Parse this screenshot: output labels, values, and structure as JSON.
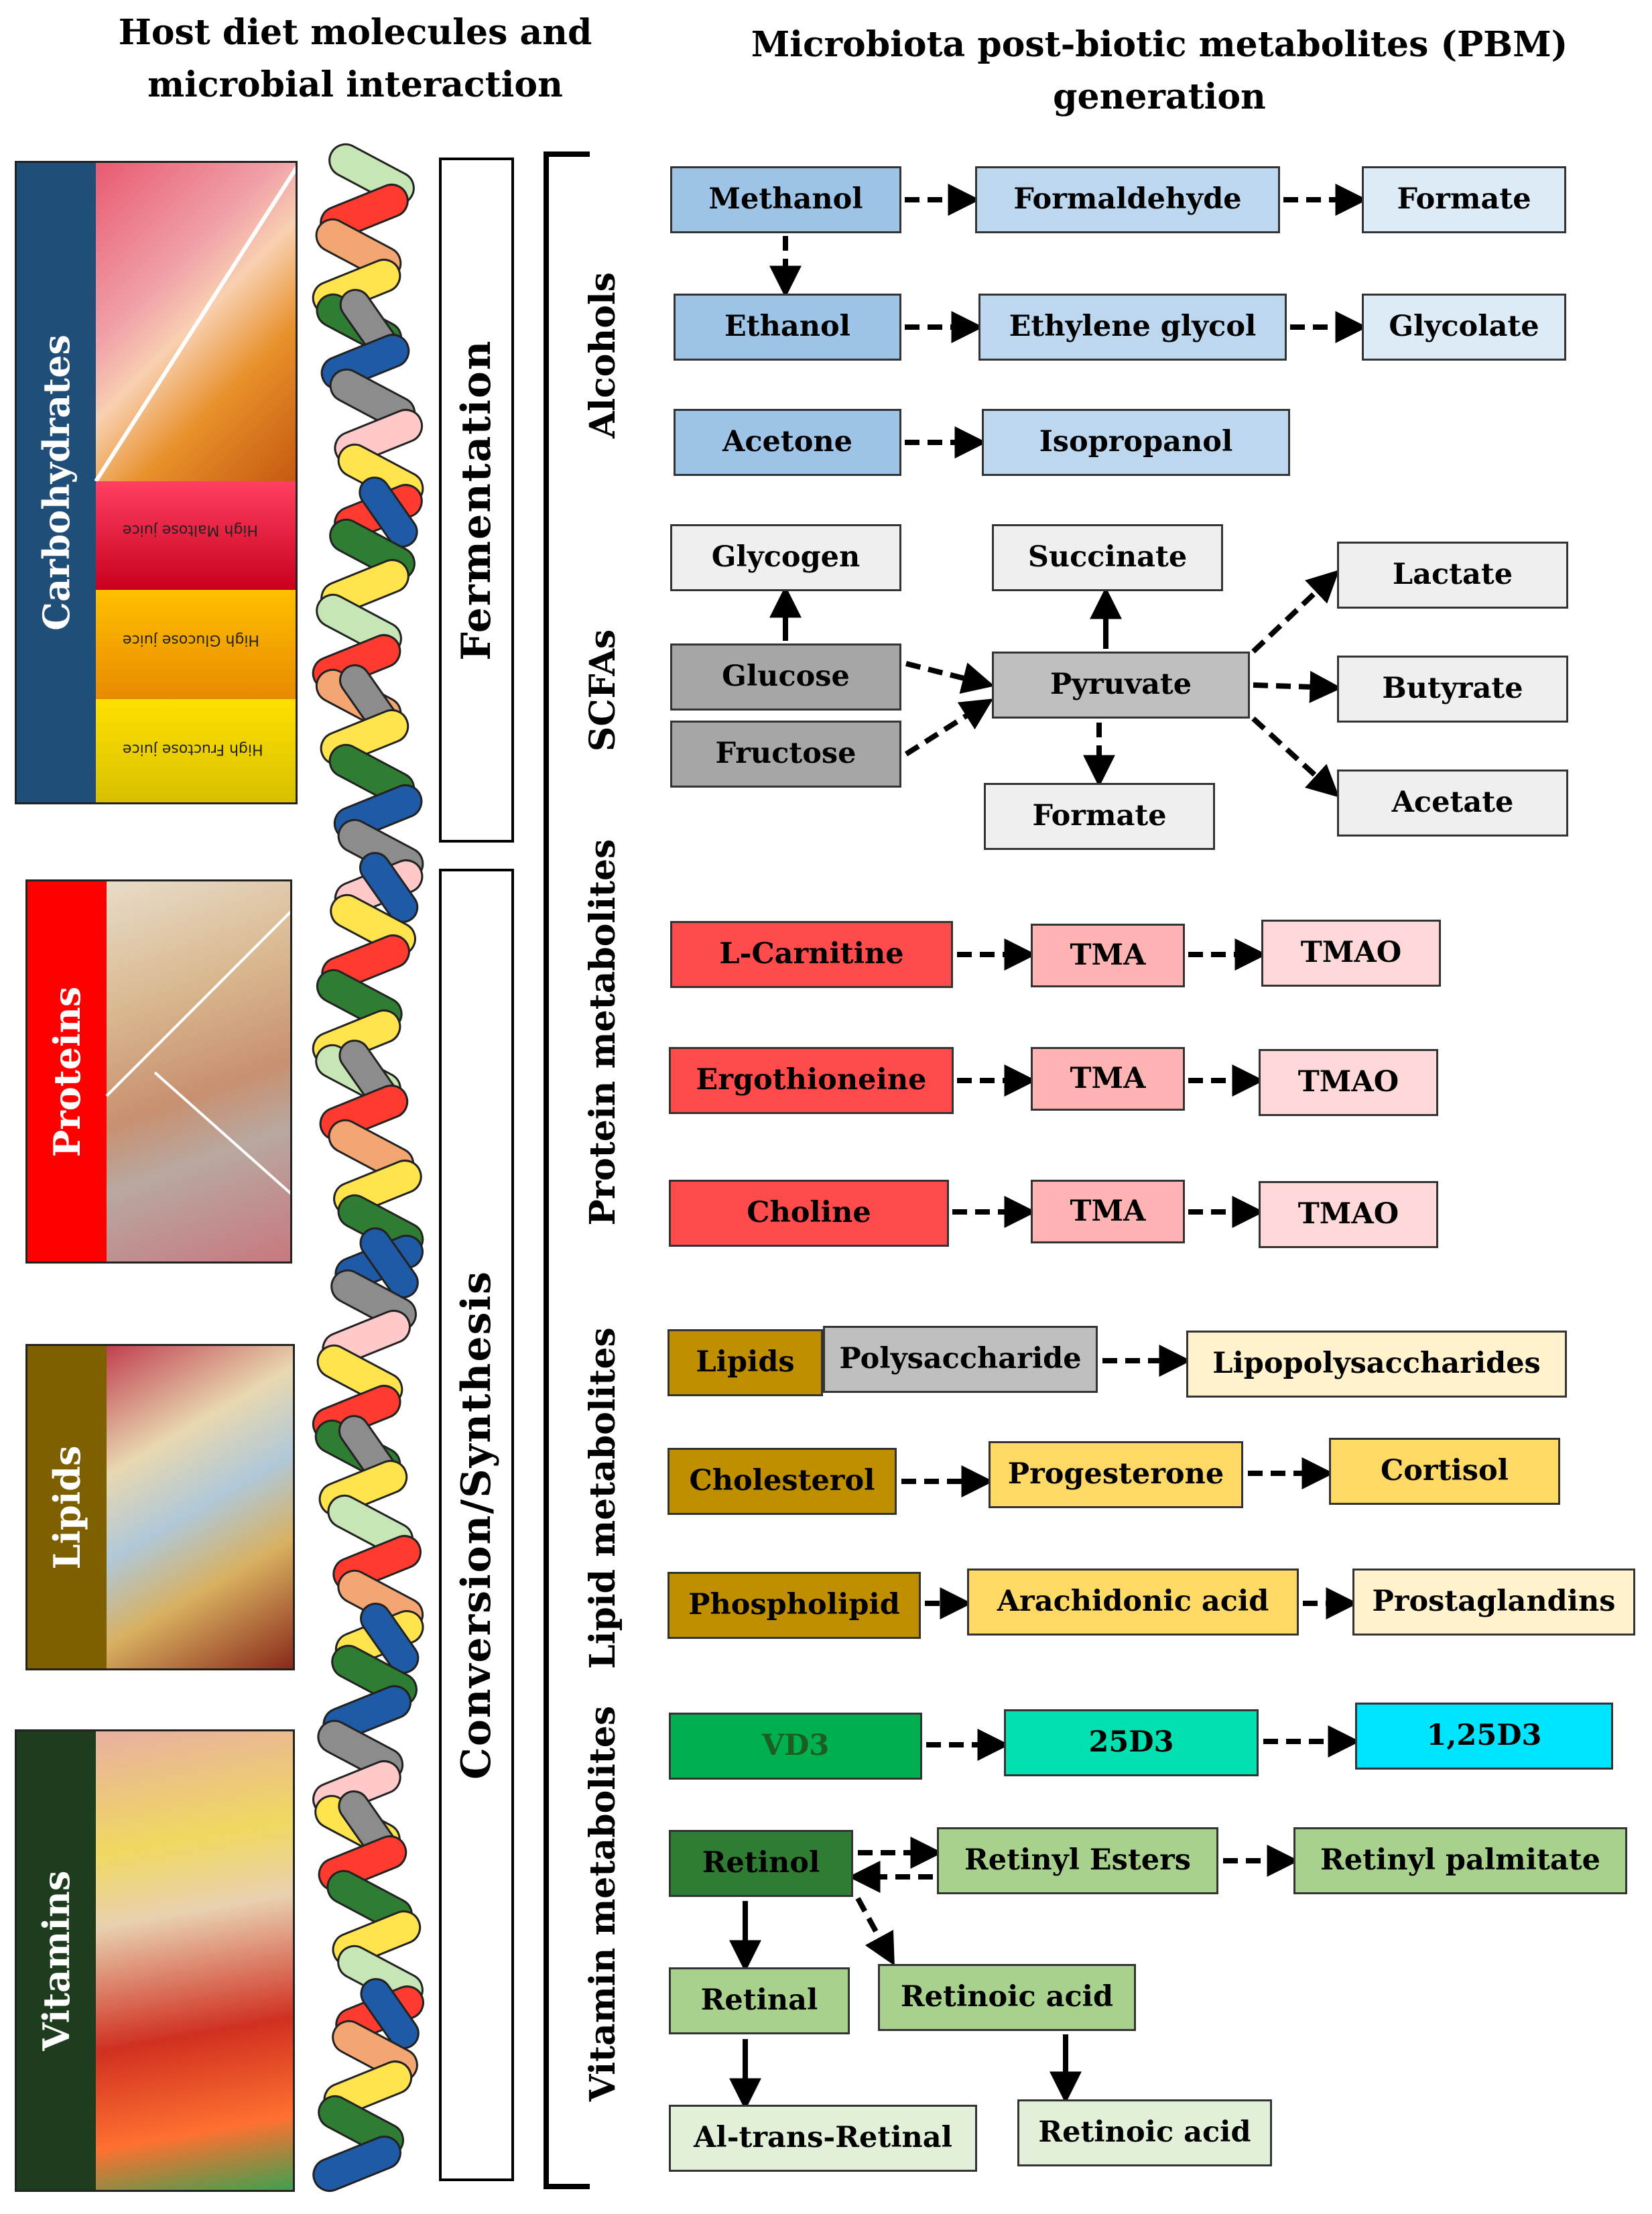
{
  "headers": {
    "left": [
      "Host diet molecules and",
      "microbial  interaction"
    ],
    "right": [
      "Microbiota post-biotic metabolites (PBM)",
      "generation"
    ]
  },
  "food_groups": [
    {
      "label": "Carbohydrates",
      "color": "#1f4e79"
    },
    {
      "label": "Proteins",
      "color": "#ff0000"
    },
    {
      "label": "Lipids",
      "color": "#7f6000"
    },
    {
      "label": "Vitamins",
      "color": "#1e3d1e"
    }
  ],
  "juice_labels": [
    "High Maltose juice",
    "High Glucose juice",
    "High Fructose juice"
  ],
  "processes": [
    "Fermentation",
    "Conversion/Synthesis"
  ],
  "sections": [
    "Alcohols",
    "SCFAs",
    "Protein  metabolites",
    "Lipid  metabolites",
    "Vitamin  metabolites"
  ],
  "alcohols": {
    "methanol": "Methanol",
    "formaldehyde": "Formaldehyde",
    "formate": "Formate",
    "ethanol": "Ethanol",
    "ethylene_glycol": "Ethylene  glycol",
    "glycolate": "Glycolate",
    "acetone": "Acetone",
    "isopropanol": "Isopropanol"
  },
  "scfas": {
    "glycogen": "Glycogen",
    "succinate": "Succinate",
    "lactate": "Lactate",
    "glucose": "Glucose",
    "pyruvate": "Pyruvate",
    "butyrate": "Butyrate",
    "fructose": "Fructose",
    "formate": "Formate",
    "acetate": "Acetate"
  },
  "protein": {
    "lcarnitine": "L-Carnitine",
    "ergothioneine": "Ergothioneine",
    "choline": "Choline",
    "tma": "TMA",
    "tmao": "TMAO"
  },
  "lipid": {
    "lipids": "Lipids",
    "polysaccharide": "Polysaccharide",
    "lipopolysaccharides": "Lipopolysaccharides",
    "cholesterol": "Cholesterol",
    "progesterone": "Progesterone",
    "cortisol": "Cortisol",
    "phospholipid": "Phospholipid",
    "arachidonic": "Arachidonic  acid",
    "prostaglandins": "Prostaglandins"
  },
  "vitamin": {
    "vd3": "VD3",
    "d25": "25D3",
    "d125": "1,25D3",
    "retinol": "Retinol",
    "retinyl_esters": "Retinyl  Esters",
    "retinyl_palmitate": "Retinyl  palmitate",
    "retinal": "Retinal",
    "retinoic_acid": "Retinoic  acid",
    "all_trans_retinal": "Al-trans-Retinal",
    "retinoic_acid_2": "Retinoic  acid"
  },
  "colors": {
    "alcohol_dark": "#9dc3e6",
    "alcohol_light": "#ddebf7",
    "scfa_grey": "#a6a6a6",
    "scfa_light": "#efefef",
    "protein_red": "#ff4b4b",
    "protein_pink": "#ffb3b3",
    "protein_light": "#ffd9d9",
    "lipid_brown": "#bf8f00",
    "lipid_grey": "#bfbfbf",
    "lipid_gold": "#ffd966",
    "lipid_light": "#fff2cc",
    "vd3": "#00b050",
    "d25": "#00e0b0",
    "d125": "#00e5ff",
    "retinol": "#2e7d32",
    "retinoid_mid": "#a9d18e",
    "retinoid_light": "#e2f0d9"
  }
}
